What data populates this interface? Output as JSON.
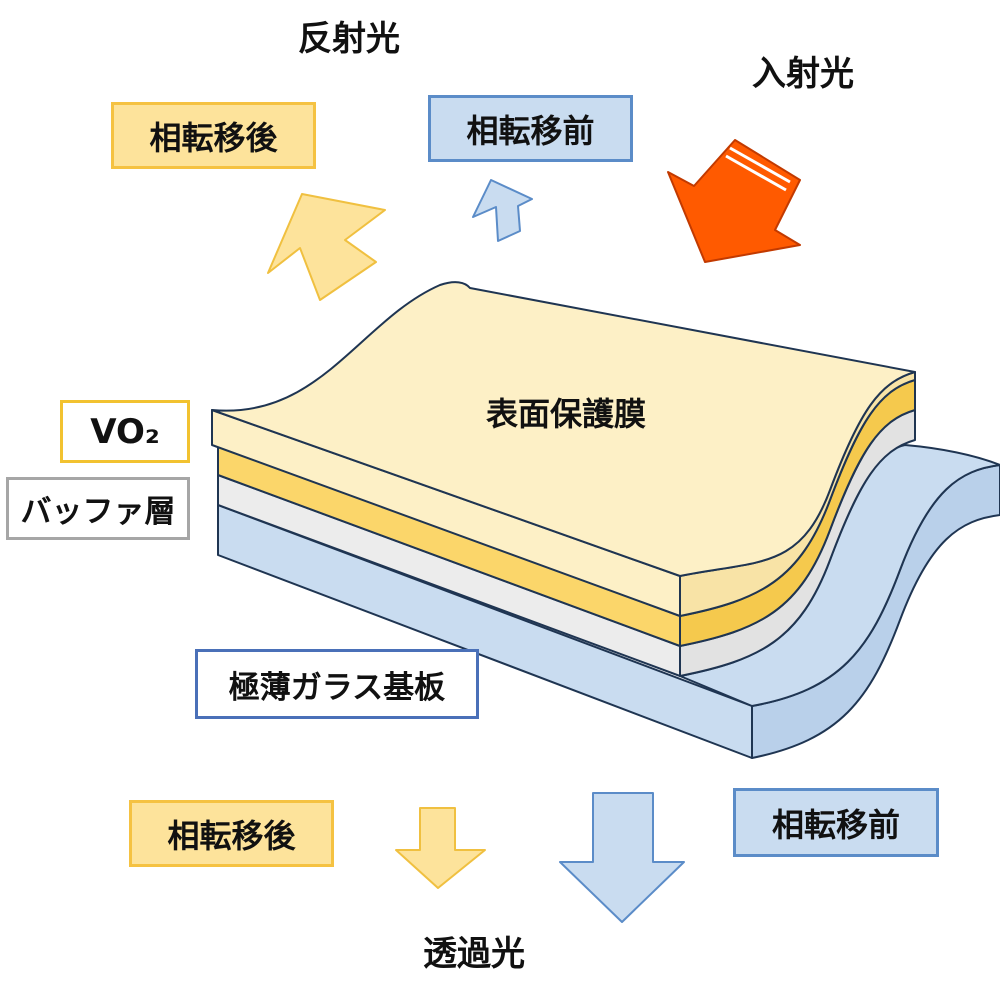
{
  "labels": {
    "reflected_light": "反射光",
    "incident_light": "入射光",
    "transmitted_light": "透過光",
    "surface_film": "表面保護膜"
  },
  "boxes": {
    "reflect_after": "相転移後",
    "reflect_before": "相転移前",
    "vo2": "VO₂",
    "buffer": "バッファ層",
    "glass": "極薄ガラス基板",
    "trans_after": "相転移後",
    "trans_before": "相転移前"
  },
  "colors": {
    "after_fill": "#fde39b",
    "after_border": "#f5c242",
    "before_fill": "#c9dcf0",
    "before_border": "#5b8cc8",
    "incident_arrow": "#ff5a00",
    "surface_layer": "#fdf0c6",
    "vo2_layer": "#fbd66a",
    "buffer_layer": "#ececec",
    "glass_layer": "#c9dcf0",
    "outline": "#1f3552"
  }
}
